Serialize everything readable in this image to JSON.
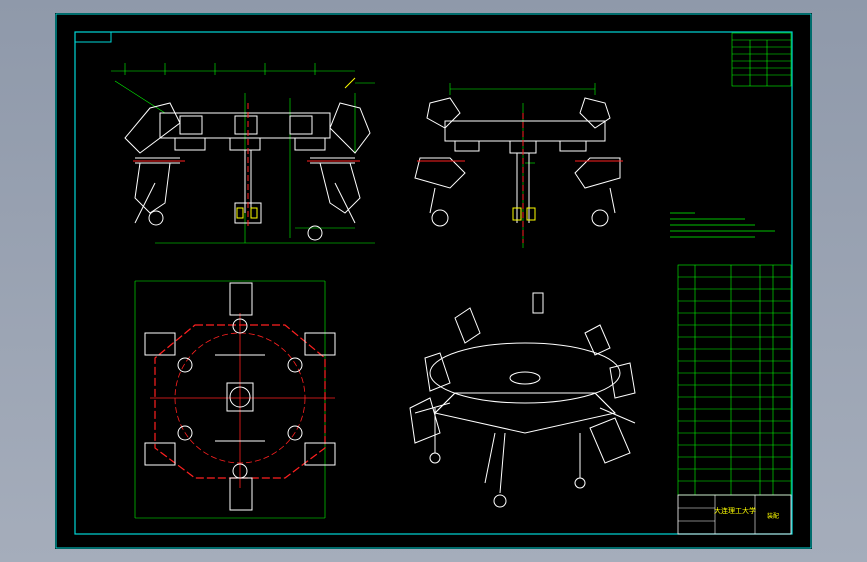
{
  "viewport": {
    "background": "#9aa3b3"
  },
  "drawing": {
    "title_block": {
      "title_text": "大连理工大学",
      "drawing_no": "装配"
    },
    "colors": {
      "frame": "#00d7d7",
      "outline": "#ffffff",
      "dimension": "#00ff00",
      "center": "#ff2020",
      "accent": "#ffff00",
      "table": "#00ff00",
      "sheet": "#000000"
    },
    "views": [
      "front-view",
      "side-view",
      "top-view",
      "isometric-view"
    ]
  }
}
